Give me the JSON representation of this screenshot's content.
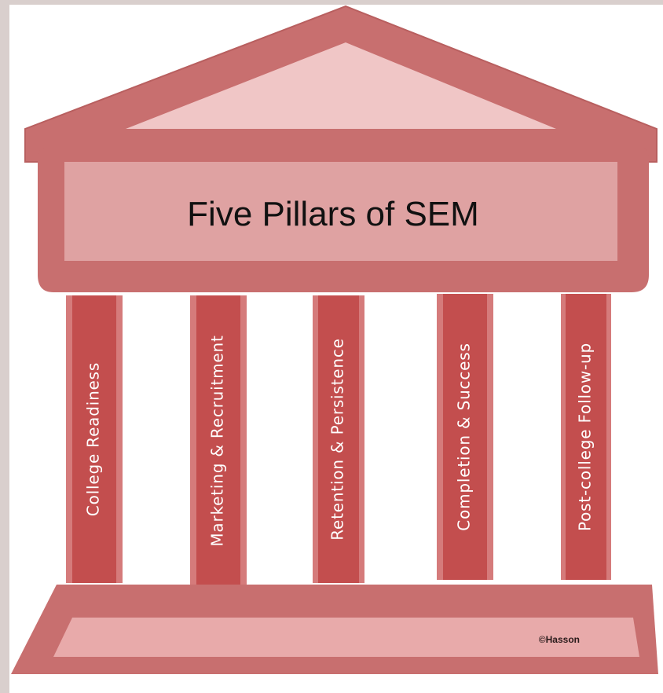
{
  "diagram": {
    "title": "Five Pillars of SEM",
    "pillars": [
      "College Readiness",
      "Marketing & Recruitment",
      "Retention & Persistence",
      "Completion & Success",
      "Post-college Follow-up"
    ],
    "copyright": "©Hasson"
  },
  "colors": {
    "frame": "#c86f6f",
    "roof_inner": "#f0c6c6",
    "beam_panel": "#dfa2a2",
    "pillar_outer": "#d57b7b",
    "pillar_inner": "#c34e4e",
    "base_inner": "#e8aaaa"
  }
}
